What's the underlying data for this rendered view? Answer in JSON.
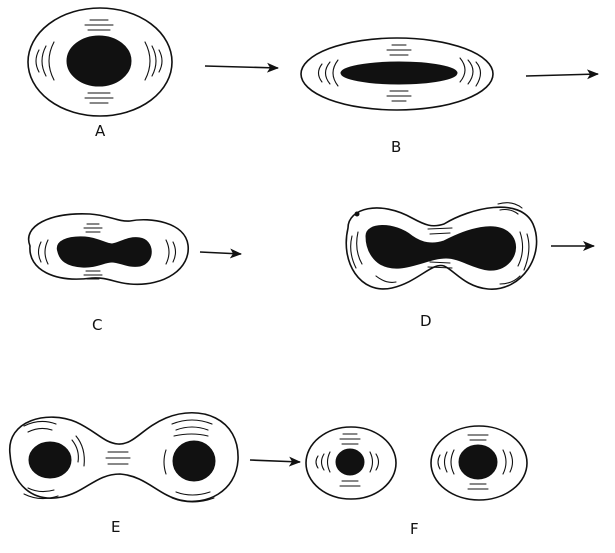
{
  "panels": [
    {
      "id": "A",
      "label": "A"
    },
    {
      "id": "B",
      "label": "B"
    },
    {
      "id": "C",
      "label": "C"
    },
    {
      "id": "D",
      "label": "D"
    },
    {
      "id": "E",
      "label": "E"
    },
    {
      "id": "F",
      "label": "F"
    }
  ],
  "colors": {
    "ink": "#111111",
    "background": "#ffffff"
  }
}
